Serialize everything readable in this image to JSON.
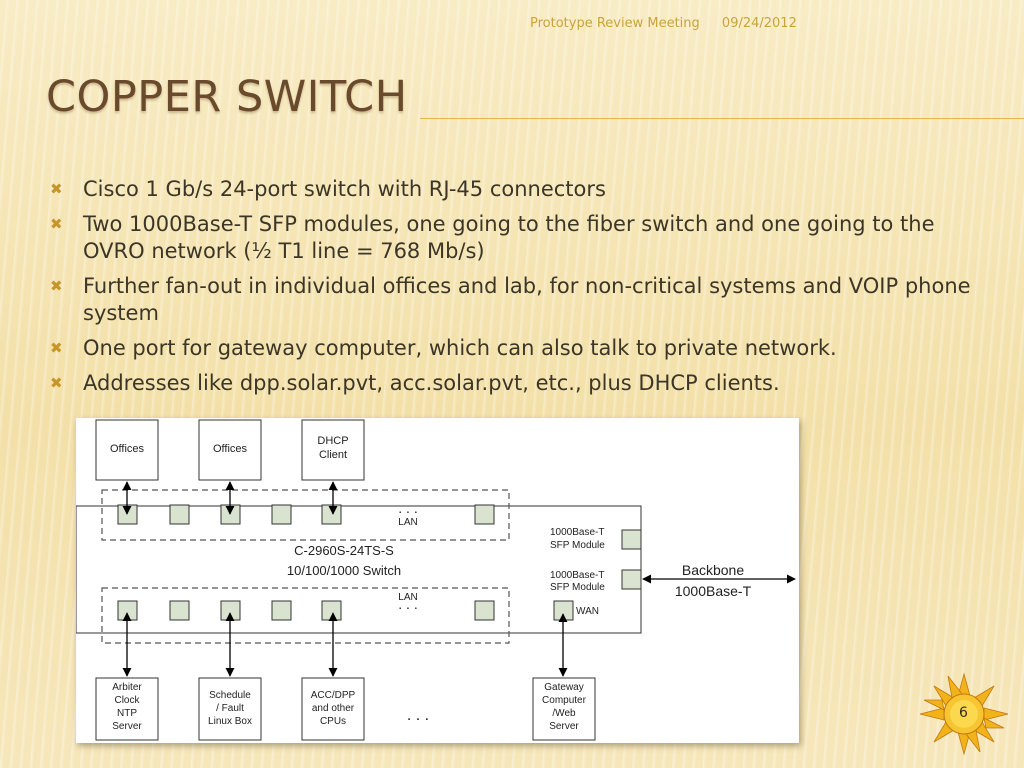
{
  "header": {
    "meeting": "Prototype Review Meeting",
    "date": "09/24/2012"
  },
  "title": "Copper Switch",
  "bullets": [
    "Cisco 1 Gb/s 24-port switch with RJ-45 connectors",
    "Two 1000Base-T SFP modules, one going to the fiber switch and one going to the OVRO network (½ T1 line = 768 Mb/s)",
    "Further fan-out in individual offices and lab, for non-critical systems and VOIP phone system",
    "One port for gateway computer, which can also talk to private network.",
    "Addresses like dpp.solar.pvt, acc.solar.pvt, etc., plus DHCP clients."
  ],
  "diagram": {
    "top_boxes": [
      {
        "lines": [
          "Offices"
        ]
      },
      {
        "lines": [
          "Offices"
        ]
      },
      {
        "lines": [
          "DHCP",
          "Client"
        ]
      }
    ],
    "bottom_boxes": [
      {
        "lines": [
          "Arbiter",
          "Clock",
          "NTP",
          "Server"
        ]
      },
      {
        "lines": [
          "Schedule",
          "/ Fault",
          "Linux Box"
        ]
      },
      {
        "lines": [
          "ACC/DPP",
          "and other",
          "CPUs"
        ]
      },
      {
        "lines": [
          "Gateway",
          "Computer",
          "/Web",
          "Server"
        ]
      }
    ],
    "ellipsis": ". . .",
    "lan_label": "LAN",
    "wan_label": "WAN",
    "switch_model": "C-2960S-24TS-S",
    "switch_desc": "10/100/1000 Switch",
    "sfp_module_1": [
      "1000Base-T",
      "SFP Module"
    ],
    "sfp_module_2": [
      "1000Base-T",
      "SFP Module"
    ],
    "backbone": [
      "Backbone",
      "1000Base-T"
    ]
  },
  "slide_number": "6",
  "colors": {
    "title": "#6a4a2c",
    "accent": "#e3b84a",
    "bullet_mark": "#c6962a",
    "port_fill": "#d9e3d0"
  },
  "icons": {
    "bullet": "x-mark-icon",
    "logo": "sun-logo-icon"
  }
}
